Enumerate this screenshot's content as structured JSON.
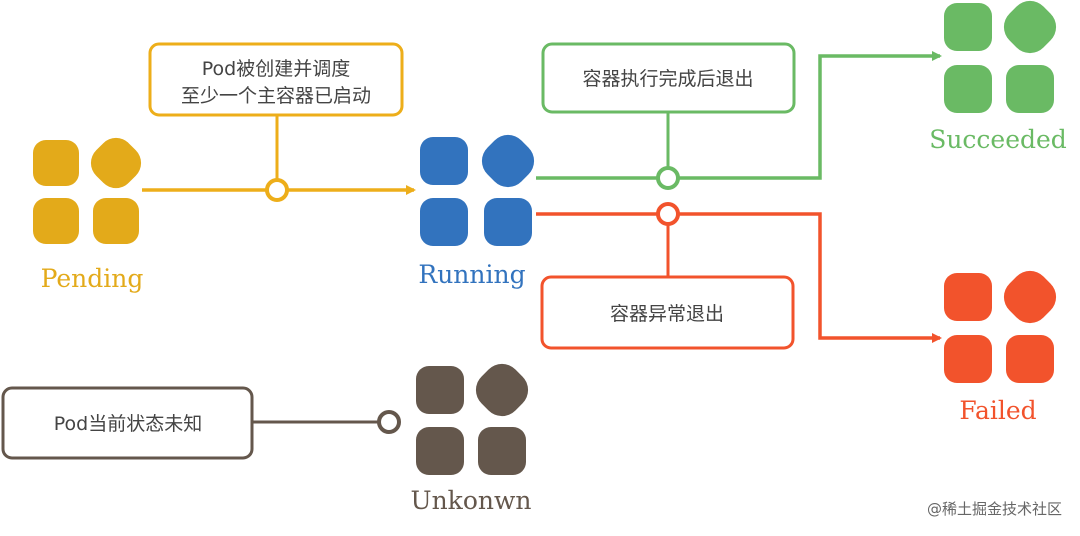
{
  "states": {
    "pending": {
      "label": "Pending",
      "color": "#E3AA1A"
    },
    "running": {
      "label": "Running",
      "color": "#3273BE"
    },
    "succeeded": {
      "label": "Succeeded",
      "color": "#6ABA64"
    },
    "failed": {
      "label": "Failed",
      "color": "#F2532C"
    },
    "unknown": {
      "label": "Unkonwn",
      "color": "#64574C"
    }
  },
  "notes": {
    "scheduled_line1": "Pod被创建并调度",
    "scheduled_line2": "至少一个主容器已启动",
    "completed": "容器执行完成后退出",
    "abnormal_exit": "容器异常退出",
    "unknown_status": "Pod当前状态未知"
  },
  "watermark": "@稀土掘金技术社区"
}
